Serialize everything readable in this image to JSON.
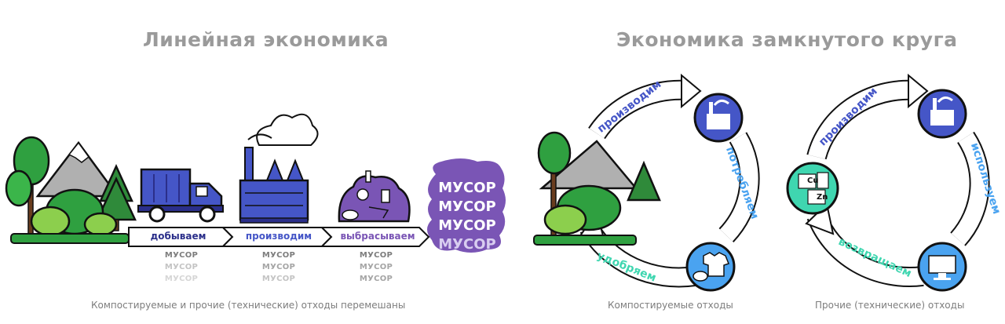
{
  "linear": {
    "title": "Линейная экономика",
    "steps": [
      {
        "label": "добываем",
        "color": "#2b2f8a"
      },
      {
        "label": "производим",
        "color": "#4556c7"
      },
      {
        "label": "выбрасываем",
        "color": "#7a55b5"
      }
    ],
    "waste_words": [
      "МУСОР",
      "МУСОР",
      "МУСОР"
    ],
    "waste_cloud_words": [
      "МУСОР",
      "МУСОР",
      "МУСОР",
      "МУСОР"
    ],
    "caption": "Компостируемые и прочие (технические) отходы перемешаны"
  },
  "circular": {
    "title": "Экономика замкнутого круга",
    "compost_cycle": {
      "produce": "производим",
      "consume": "потребляем",
      "fertilize": "удобряем",
      "caption": "Компостируемые отходы"
    },
    "technical_cycle": {
      "produce": "производим",
      "use": "используем",
      "return": "возвращаем",
      "cu": "Cu",
      "zn": "Zn",
      "caption": "Прочие (технические) отходы"
    }
  },
  "colors": {
    "blue": "#4556c7",
    "navy": "#2b2f8a",
    "purple": "#7a55b5",
    "green": "#2fa040",
    "teal": "#3fd6b0",
    "sky": "#4aa3f0",
    "gray": "#9a9a9a"
  }
}
